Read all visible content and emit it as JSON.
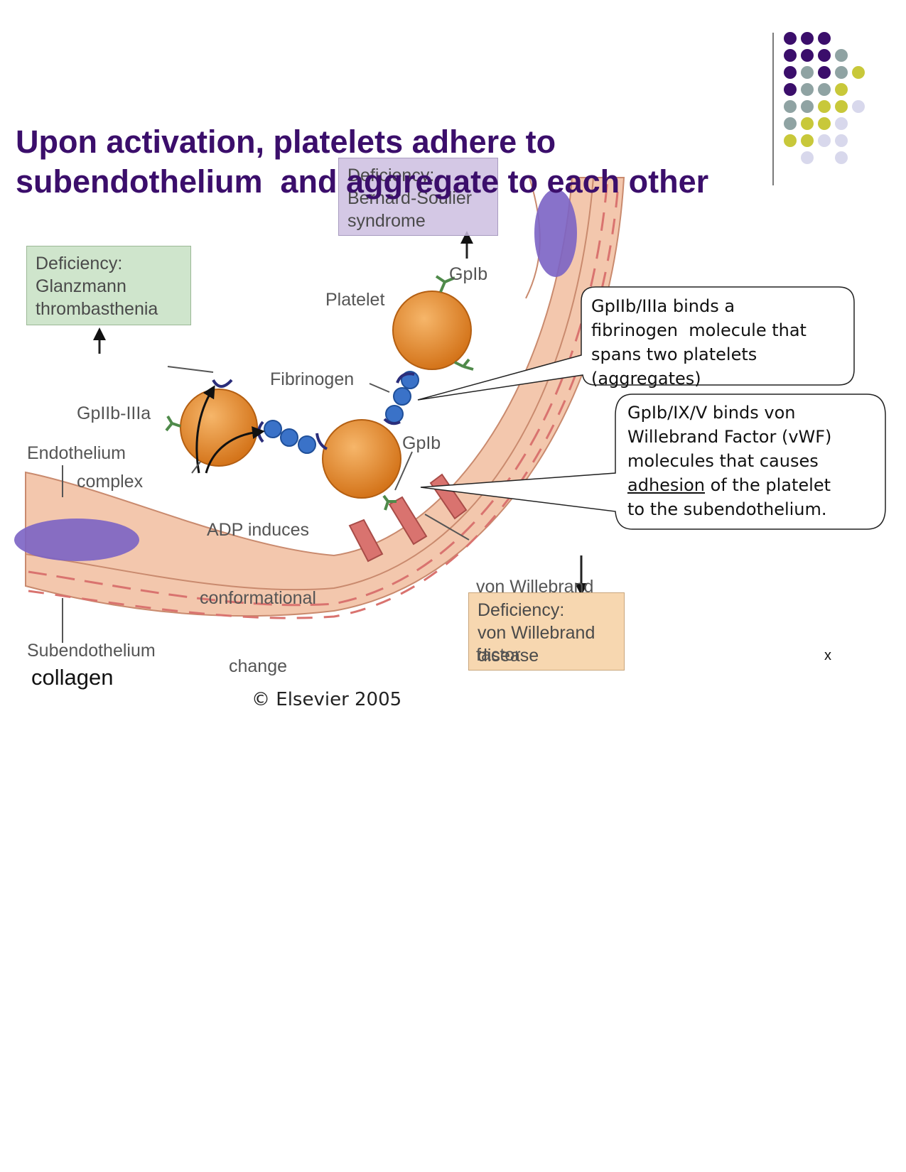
{
  "slide": {
    "title_lines": [
      "Upon activation, platelets adhere to",
      "subendothelium  and aggregate to each other"
    ],
    "dot_colors": [
      "#3b0e6b",
      "#8fa3a3",
      "#c8c83a",
      "#d8d8ec"
    ]
  },
  "diagram": {
    "labels": {
      "platelet": "Platelet",
      "gpib_top": "GpIb",
      "gpiib_iiia": [
        "GpIIb-IIIa",
        "complex"
      ],
      "fibrinogen": "Fibrinogen",
      "endothelium": "Endothelium",
      "adp": [
        "ADP induces",
        "conformational",
        "change"
      ],
      "gpib_lower": "GpIb",
      "vwf": [
        "von Willebrand",
        "factor"
      ],
      "subendothelium": "Subendothelium"
    },
    "boxes": {
      "bernard": [
        "Deficiency:",
        "Bernard-Soulier",
        "syndrome"
      ],
      "glanzmann": [
        "Deficiency:",
        "Glanzmann",
        "thrombasthenia"
      ],
      "vwd": [
        "Deficiency:",
        "von Willebrand",
        "disease"
      ]
    },
    "colors": {
      "platelet": "#e8892b",
      "vessel": "#f3c7ad",
      "nucleus": "#7b63c4",
      "vwf": "#d9736f",
      "fibrinogen": "#3a72c8",
      "receptor": "#4f8a4a"
    }
  },
  "callouts": {
    "aggregation": [
      "GpIIb/IIIa binds a",
      "fibrinogen  molecule that",
      "spans two platelets",
      "(aggregates)"
    ],
    "adhesion": {
      "line1": "GpIb/IX/V binds von",
      "line2": "Willebrand Factor (vWF)",
      "line3": "molecules that causes",
      "line4_underlined": "adhesion",
      "line4_rest": " of the platelet",
      "line5": "to the subendothelium."
    }
  },
  "footer": {
    "collagen": "collagen",
    "copyright": "© Elsevier 2005",
    "x_mark": "x"
  }
}
